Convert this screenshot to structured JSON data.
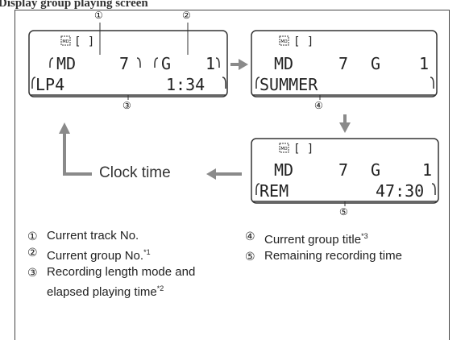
{
  "header_fragment": "Display group playing screen",
  "callouts": [
    "①",
    "②",
    "③",
    "④",
    "⑤"
  ],
  "clock_label": "Clock time",
  "displays": {
    "d1": {
      "icons": "MD [ ]",
      "row1_left": "MD",
      "row1_track": "7",
      "row1_g": "G",
      "row1_group": "1",
      "row2_left": "LP4",
      "row2_right": "1:34"
    },
    "d2": {
      "icons": "MD [ ]",
      "row1_left": "MD",
      "row1_track": "7",
      "row1_g": "G",
      "row1_group": "1",
      "row2_left": "SUMMER"
    },
    "d3": {
      "icons": "MD [ ]",
      "row1_left": "MD",
      "row1_track": "7",
      "row1_g": "G",
      "row1_group": "1",
      "row2_left": "REM",
      "row2_right": "47:30"
    }
  },
  "legend": {
    "left": [
      {
        "num": "①",
        "text": "Current track No.",
        "note": ""
      },
      {
        "num": "②",
        "text": "Current group No.",
        "note": "*1"
      },
      {
        "num": "③",
        "text": "Recording length mode and elapsed playing time",
        "note": "*2"
      }
    ],
    "right": [
      {
        "num": "④",
        "text": "Current group title",
        "note": "*3"
      },
      {
        "num": "⑤",
        "text": "Remaining recording time",
        "note": ""
      }
    ]
  },
  "colors": {
    "arrow": "#8a8a8a",
    "lcd_text": "#222222",
    "frame": "#444444"
  }
}
